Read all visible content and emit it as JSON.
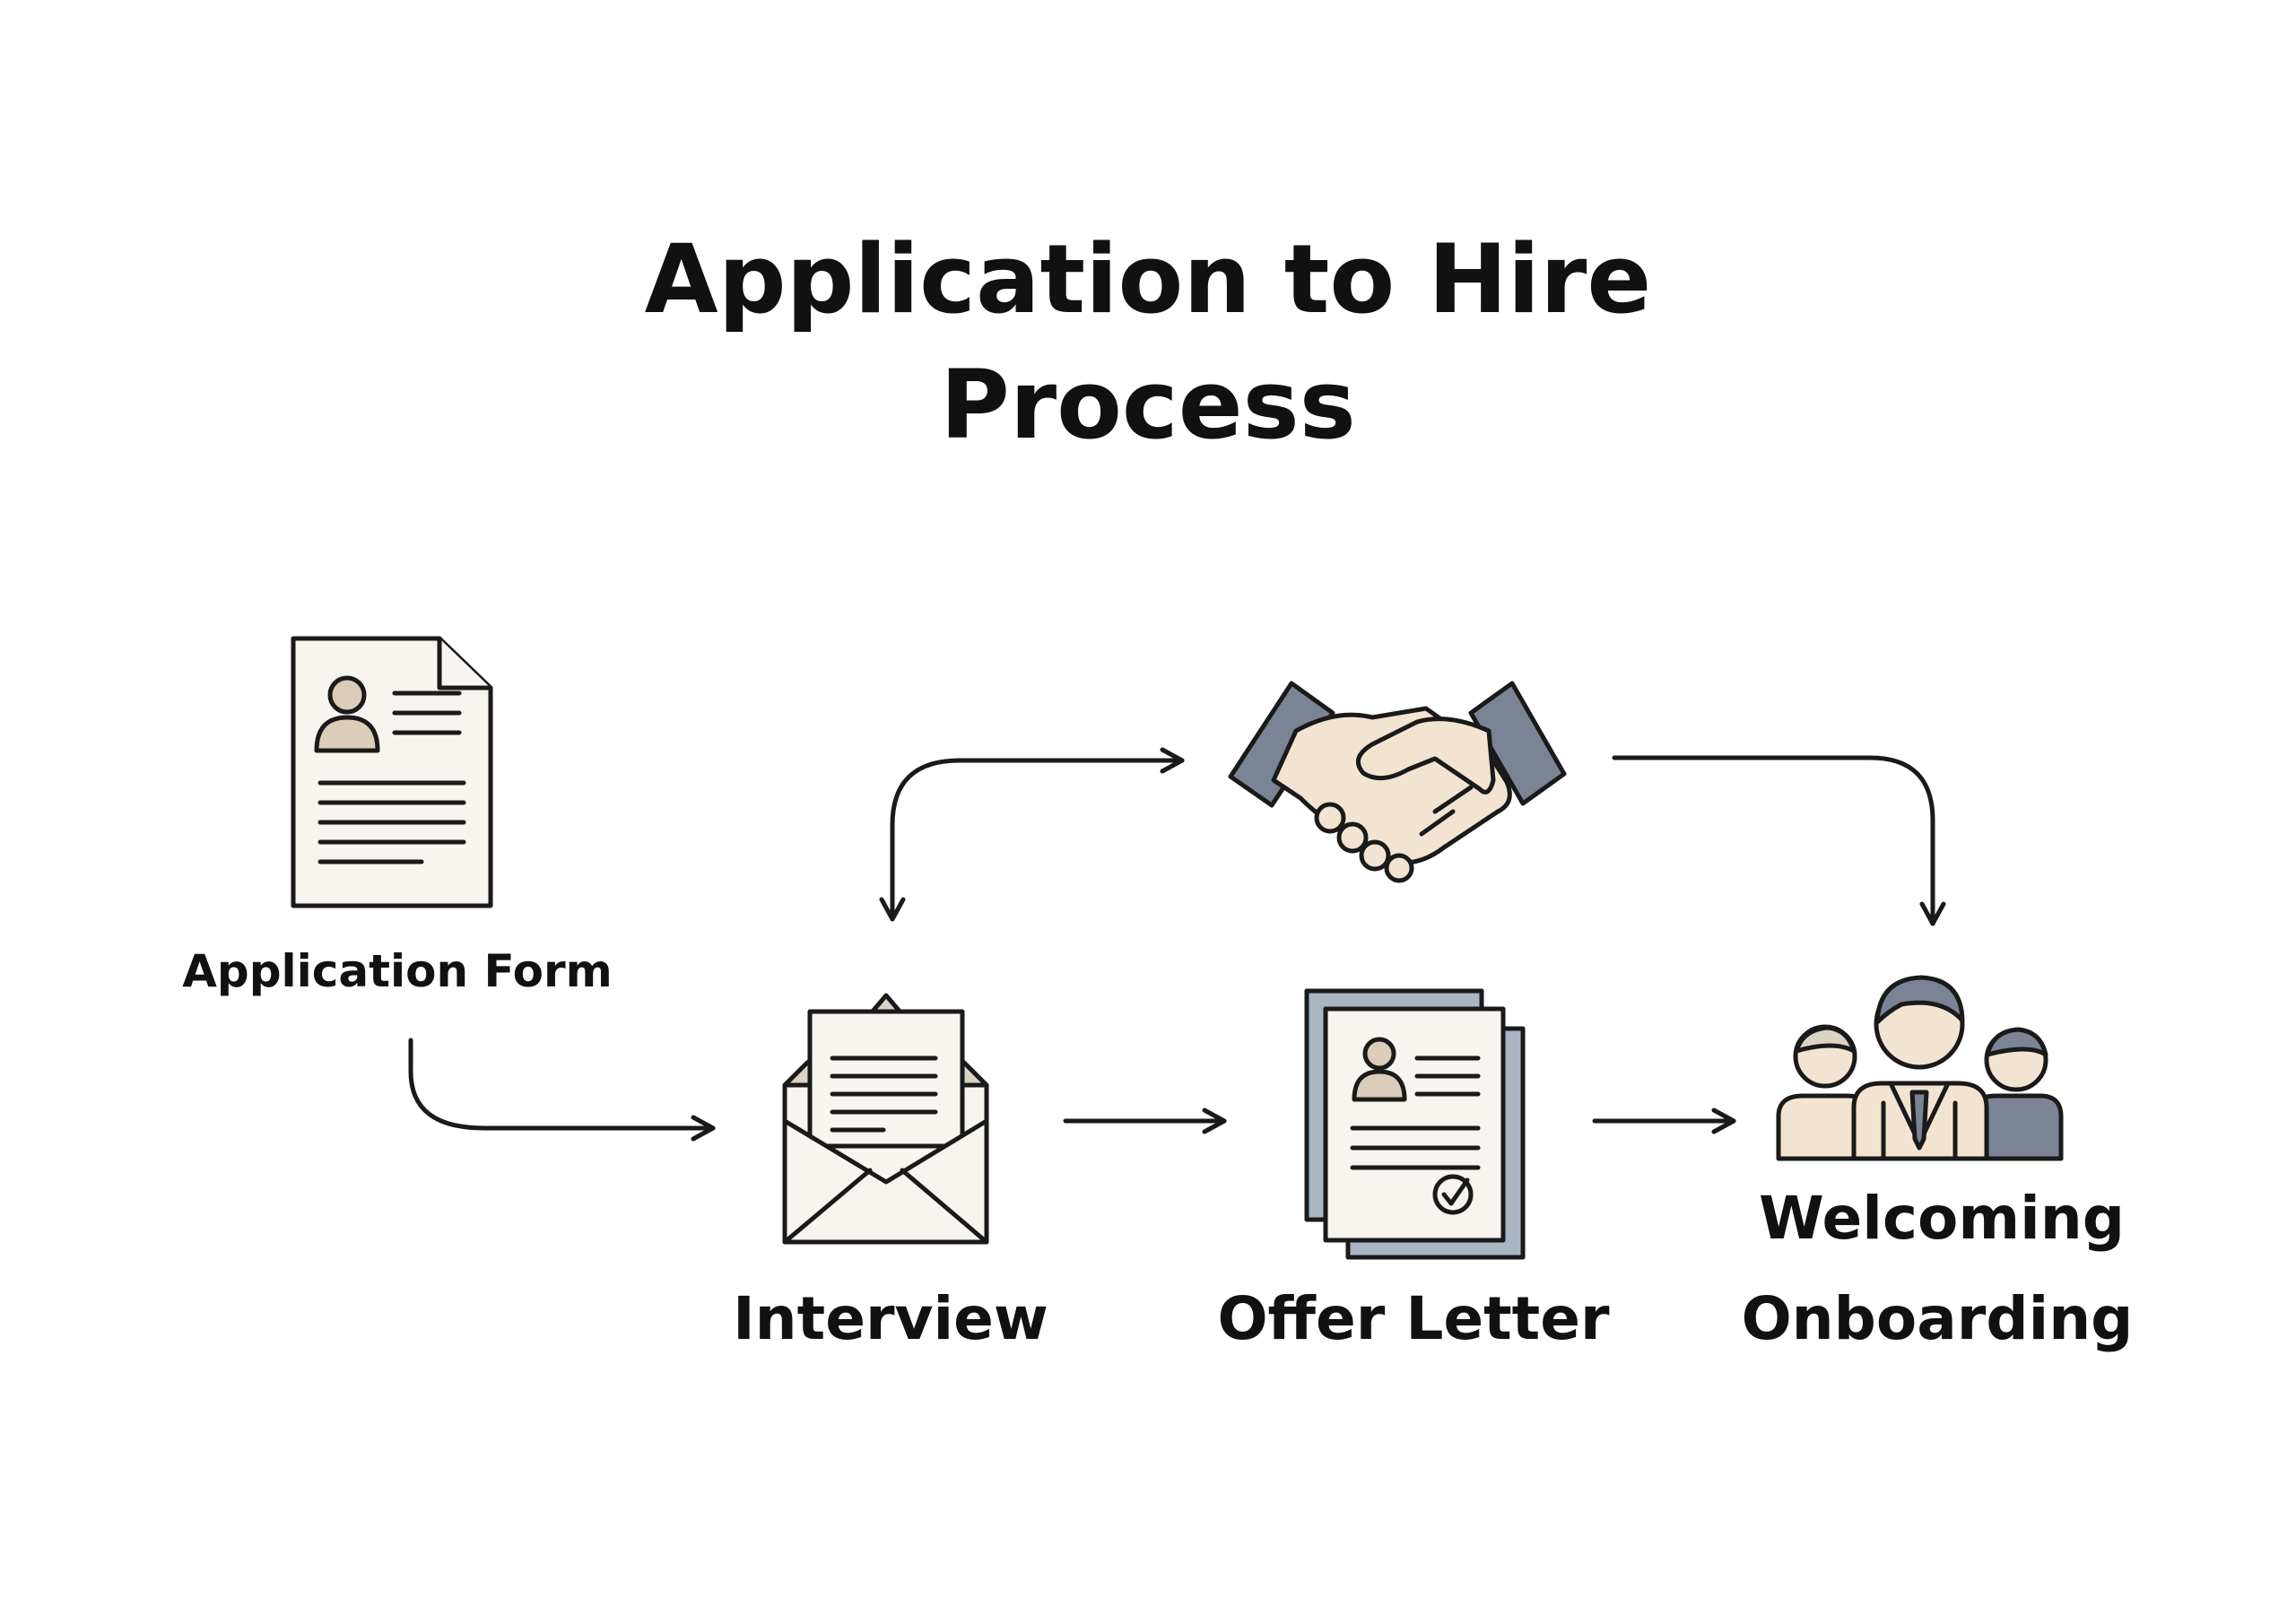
{
  "title": {
    "line1": "Application to Hire",
    "line2": "Process"
  },
  "nodes": [
    {
      "id": "application",
      "label": "Application Form",
      "icon": "document-icon"
    },
    {
      "id": "interview",
      "label": "Interview",
      "icon": "envelope-icon"
    },
    {
      "id": "handshake",
      "label": "",
      "icon": "handshake-icon"
    },
    {
      "id": "offer",
      "label": "Offer Letter",
      "icon": "offer-letter-icon"
    },
    {
      "id": "onboarding",
      "label_top": "Welcoming",
      "label_bottom": "Onboarding",
      "icon": "team-icon"
    }
  ],
  "edges": [
    {
      "from": "application",
      "to": "interview"
    },
    {
      "from": "interview",
      "to": "handshake"
    },
    {
      "from": "handshake",
      "to": "interview"
    },
    {
      "from": "interview",
      "to": "offer"
    },
    {
      "from": "offer",
      "to": "onboarding"
    },
    {
      "from": "handshake",
      "to": "onboarding"
    }
  ],
  "colors": {
    "stroke": "#1a1a1a",
    "paper": "#f8f5f0",
    "skin": "#f3e4d2",
    "avatar": "#dcccba",
    "slate": "#7a8494",
    "slate_light": "#aab5c4"
  }
}
